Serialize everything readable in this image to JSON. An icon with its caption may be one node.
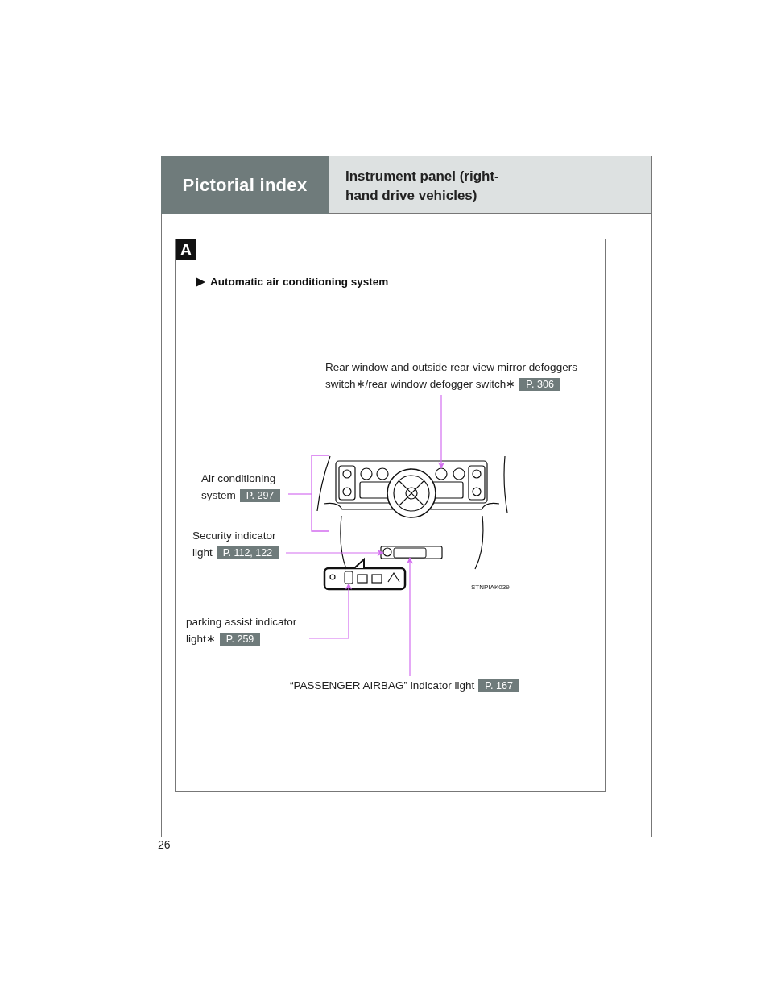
{
  "diagram": {
    "title": "Pictorial index",
    "nodes": [
      {
        "text": [
          "Rear window and outside rear view mirror defoggers switch∗/rear window defogger switch∗",
          "P. 306"
        ]
      },
      {
        "text": [
          "Air conditioning system",
          "P. 297"
        ]
      },
      {
        "text": [
          "Security indicator light",
          "P. 112, 122"
        ]
      },
      {
        "text": [
          "parking assist indicator light∗",
          "P. 259"
        ]
      },
      {
        "text": [
          "“PASSENGER AIRBAG” indicator light",
          "P. 167"
        ]
      },
      {
        "text": [],
        "shape": "circle"
      },
      {
        "text": [],
        "shape": "bracket"
      },
      {
        "text": [],
        "shape": "circle"
      },
      {
        "text": [],
        "shape": "box"
      },
      {
        "text": [],
        "shape": "box"
      }
    ],
    "edges": [
      {
        "from": 0,
        "to": 5,
        "arrow": "to"
      },
      {
        "from": 1,
        "to": 6,
        "arrow": "none"
      },
      {
        "from": 2,
        "to": 7,
        "arrow": "to"
      },
      {
        "from": 3,
        "to": 9,
        "arrow": "to"
      },
      {
        "from": 4,
        "to": 8,
        "arrow": "to"
      }
    ],
    "labels": [
      "Instrument panel (right-hand drive vehicles)",
      "A",
      "Automatic air conditioning system",
      "STNPIAK039",
      "26"
    ]
  }
}
